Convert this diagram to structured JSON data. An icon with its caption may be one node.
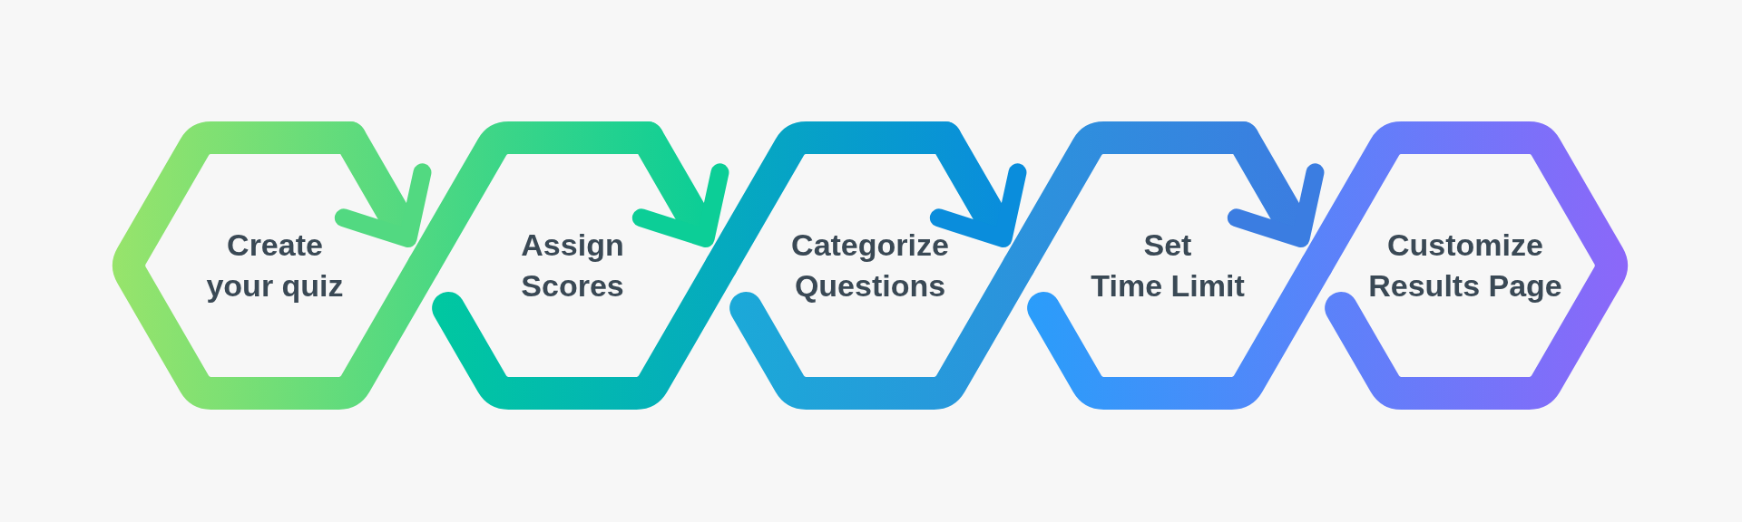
{
  "diagram": {
    "nodes": [
      {
        "text": [
          "Create your quiz"
        ]
      },
      {
        "text": [
          "Assign Scores"
        ]
      },
      {
        "text": [
          "Categorize Questions"
        ]
      },
      {
        "text": [
          "Set Time Limit"
        ]
      },
      {
        "text": [
          "Customize Results Page"
        ]
      }
    ],
    "edges": [
      {
        "from": 0,
        "to": 1,
        "arrow": "to"
      },
      {
        "from": 1,
        "to": 2,
        "arrow": "to"
      },
      {
        "from": 2,
        "to": 3,
        "arrow": "to"
      },
      {
        "from": 3,
        "to": 4,
        "arrow": "to"
      }
    ]
  }
}
